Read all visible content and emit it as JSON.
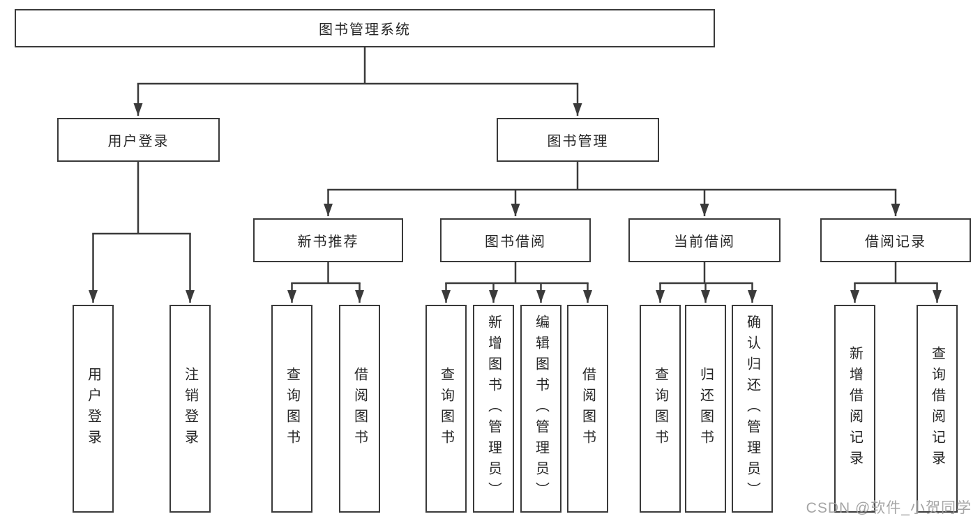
{
  "diagram": {
    "type": "hierarchy-tree",
    "colors": {
      "line": "#3a3a3a",
      "box_border": "#3a3a3a",
      "box_fill": "#ffffff",
      "text": "#262626",
      "watermark_text": "#9c9c9c",
      "background": "#ffffff"
    }
  },
  "tree": {
    "root": {
      "label": "图书管理系统",
      "children": [
        {
          "label": "用户登录",
          "children": [
            {
              "label": "用户登录"
            },
            {
              "label": "注销登录"
            }
          ]
        },
        {
          "label": "图书管理",
          "children": [
            {
              "label": "新书推荐",
              "children": [
                {
                  "label": "查询图书"
                },
                {
                  "label": "借阅图书"
                }
              ]
            },
            {
              "label": "图书借阅",
              "children": [
                {
                  "label": "查询图书"
                },
                {
                  "label": "新增图书（管理员）"
                },
                {
                  "label": "编辑图书（管理员）"
                },
                {
                  "label": "借阅图书"
                }
              ]
            },
            {
              "label": "当前借阅",
              "children": [
                {
                  "label": "查询图书"
                },
                {
                  "label": "归还图书"
                },
                {
                  "label": "确认归还（管理员）"
                }
              ]
            },
            {
              "label": "借阅记录",
              "children": [
                {
                  "label": "新增借阅记录"
                },
                {
                  "label": "查询借阅记录"
                }
              ]
            }
          ]
        }
      ]
    }
  },
  "watermark": {
    "text": "CSDN @软件_小贺同学"
  }
}
